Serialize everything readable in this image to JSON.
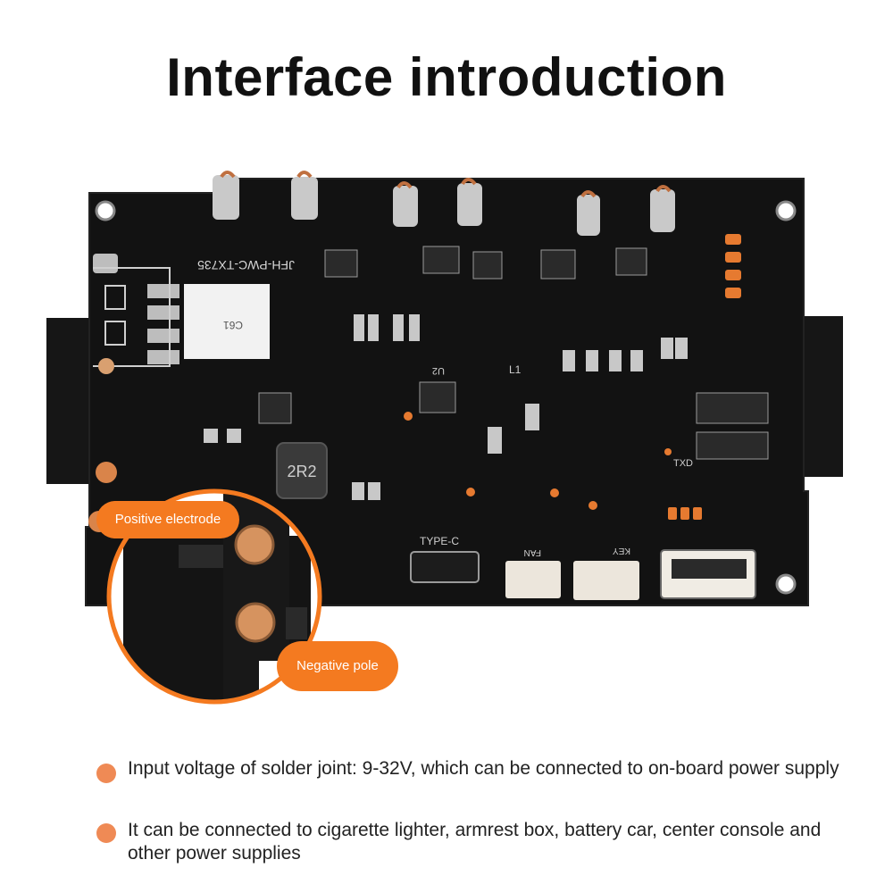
{
  "title": "Interface introduction",
  "callouts": {
    "positive": "Positive electrode",
    "negative": "Negative pole"
  },
  "board_labels": {
    "model": "JFH-PWC-TX735",
    "inductor": "2R2",
    "type_c": "TYPE-C",
    "fan": "FAN",
    "key": "KEY",
    "cap": "C61",
    "l1": "L1",
    "u2": "U2",
    "txd": "TXD"
  },
  "bullets": [
    "Input voltage of solder joint: 9-32V, which can be connected to on-board power supply",
    "It can be connected to cigarette lighter, armrest box, battery car, center console and other power supplies"
  ],
  "colors": {
    "accent": "#f47a20",
    "board": "#111111",
    "pad": "#d9844a"
  }
}
